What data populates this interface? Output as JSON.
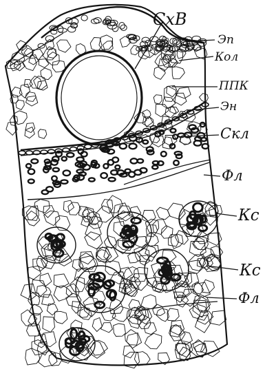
{
  "diagram": {
    "kind": "botanical cross-section drawing",
    "ink_color": "#141414",
    "paper_color": "#ffffff",
    "labels": {
      "cxb": "СхВ",
      "ep": "Эп",
      "kol": "Кол",
      "ppk": "ППК",
      "en": "Эн",
      "skl": "Скл",
      "fl_top": "Фл",
      "ks_upper": "Кс",
      "ks_lower": "Кс",
      "fl_bottom": "Фл"
    }
  }
}
